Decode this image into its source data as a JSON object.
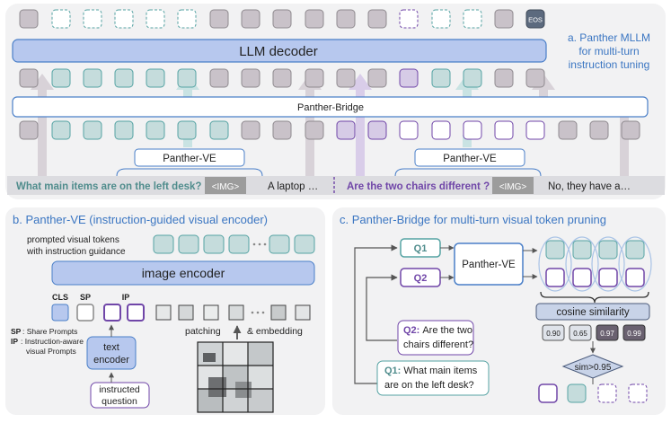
{
  "panel_a": {
    "title_line1": "a. Panther MLLM",
    "title_line2": "for multi-turn",
    "title_line3": "instruction tuning",
    "decoder_label": "LLM decoder",
    "bridge_label": "Panther-Bridge",
    "ve_label_left": "Panther-VE",
    "ve_label_right": "Panther-VE",
    "eos_label": "EOS",
    "question1": "What main items are on the left desk?",
    "img_token": "<IMG>",
    "answer1": "A laptop …",
    "question2": "Are the two chairs different ?",
    "answer2": "No, they have a…"
  },
  "panel_b": {
    "title": "b. Panther-VE (instruction-guided visual encoder)",
    "prompted_line1": "prompted visual tokens",
    "prompted_line2": "with instruction guidance",
    "encoder_label": "image encoder",
    "cls_label": "CLS",
    "sp_label": "SP",
    "ip_label": "IP",
    "legend_sp_key": "SP",
    "legend_sp_text": ": Share Prompts",
    "legend_ip_key": "IP",
    "legend_ip_text": ": Instruction-aware",
    "legend_ip_text2": "visual Prompts",
    "text_encoder_line1": "text",
    "text_encoder_line2": "encoder",
    "question_line1": "instructed",
    "question_line2": "question",
    "patching_label": "patching",
    "embedding_label": "& embedding"
  },
  "panel_c": {
    "title": "c. Panther-Bridge for multi-turn visual token pruning",
    "q1_label": "Q1",
    "q2_label": "Q2",
    "ve_label": "Panther-VE",
    "cos_label": "cosine similarity",
    "sims": [
      "0.90",
      "0.65",
      "0.97",
      "0.99"
    ],
    "condition": "sim>0.95",
    "q2_key": "Q2:",
    "q2_text1": "Are the two",
    "q2_text2": "chairs different?",
    "q1_key": "Q1:",
    "q1_text1": "What main items",
    "q1_text2": "are on the left desk?"
  },
  "colors": {
    "gray_token": "#c9c2c9",
    "teal_token": "#c5dcdc",
    "teal_border": "#55a3a3",
    "purple": "#7046a8",
    "blue_box": "#b7c8ee",
    "blue_border": "#4a7fc8",
    "eos": "#5c6a7e"
  }
}
